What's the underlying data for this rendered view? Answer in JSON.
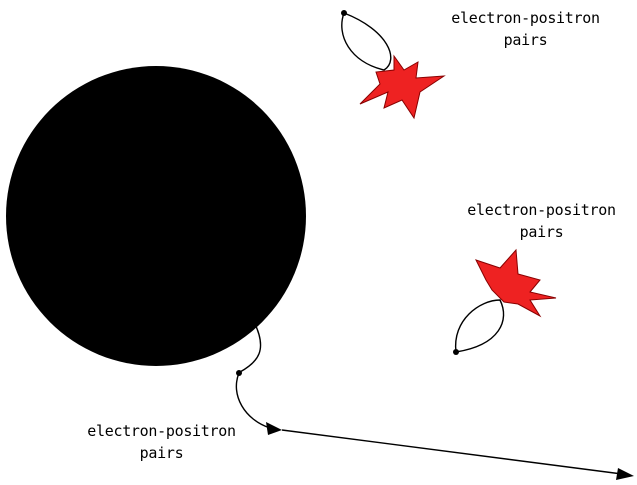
{
  "labels": [
    {
      "line1": "electron-positron",
      "line2": "pairs"
    },
    {
      "line1": "electron-positron",
      "line2": "pairs"
    },
    {
      "line1": "electron-positron",
      "line2": "pairs"
    }
  ],
  "colors": {
    "background": "#ffffff",
    "black_hole": "#000000",
    "star_fill": "#ee2222",
    "star_outline": "#880000",
    "line": "#000000"
  }
}
